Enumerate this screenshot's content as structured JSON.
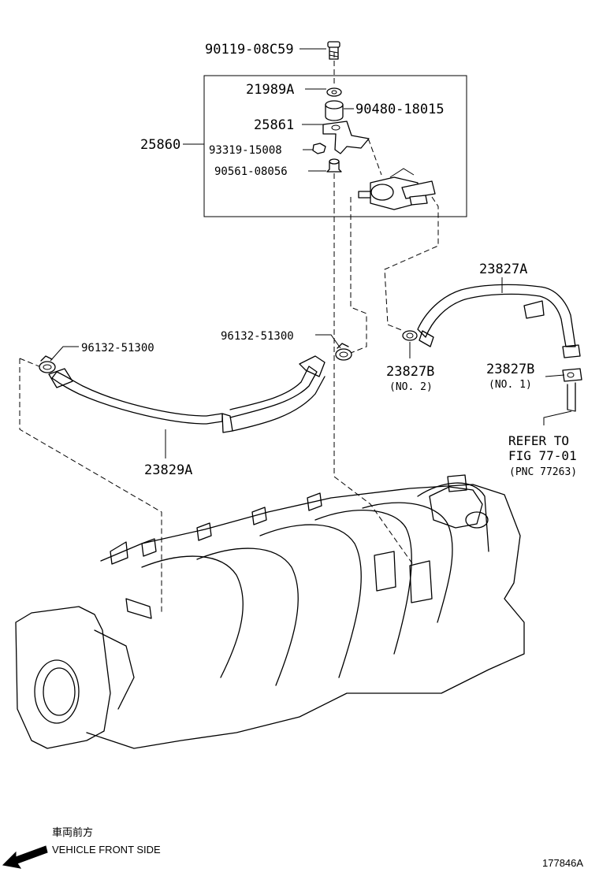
{
  "labels": {
    "bolt": "90119-08C59",
    "assembly": "25860",
    "gasket": "21989A",
    "cushion": "90480-18015",
    "bracket": "25861",
    "nut": "93319-15008",
    "stud": "90561-08056",
    "clip_left": "96132-51300",
    "clip_center": "96132-51300",
    "hose_left": "23829A",
    "hose_right": "23827A",
    "clamp_no2": "23827B",
    "clamp_no2_note": "(NO. 2)",
    "clamp_no1": "23827B",
    "clamp_no1_note": "(NO. 1)"
  },
  "refer": {
    "line1": "REFER TO",
    "line2": "FIG 77-01",
    "line3": "(PNC 77263)"
  },
  "footer": {
    "direction_jp": "車両前方",
    "direction_en": "VEHICLE FRONT SIDE",
    "figure_id": "177846A"
  }
}
